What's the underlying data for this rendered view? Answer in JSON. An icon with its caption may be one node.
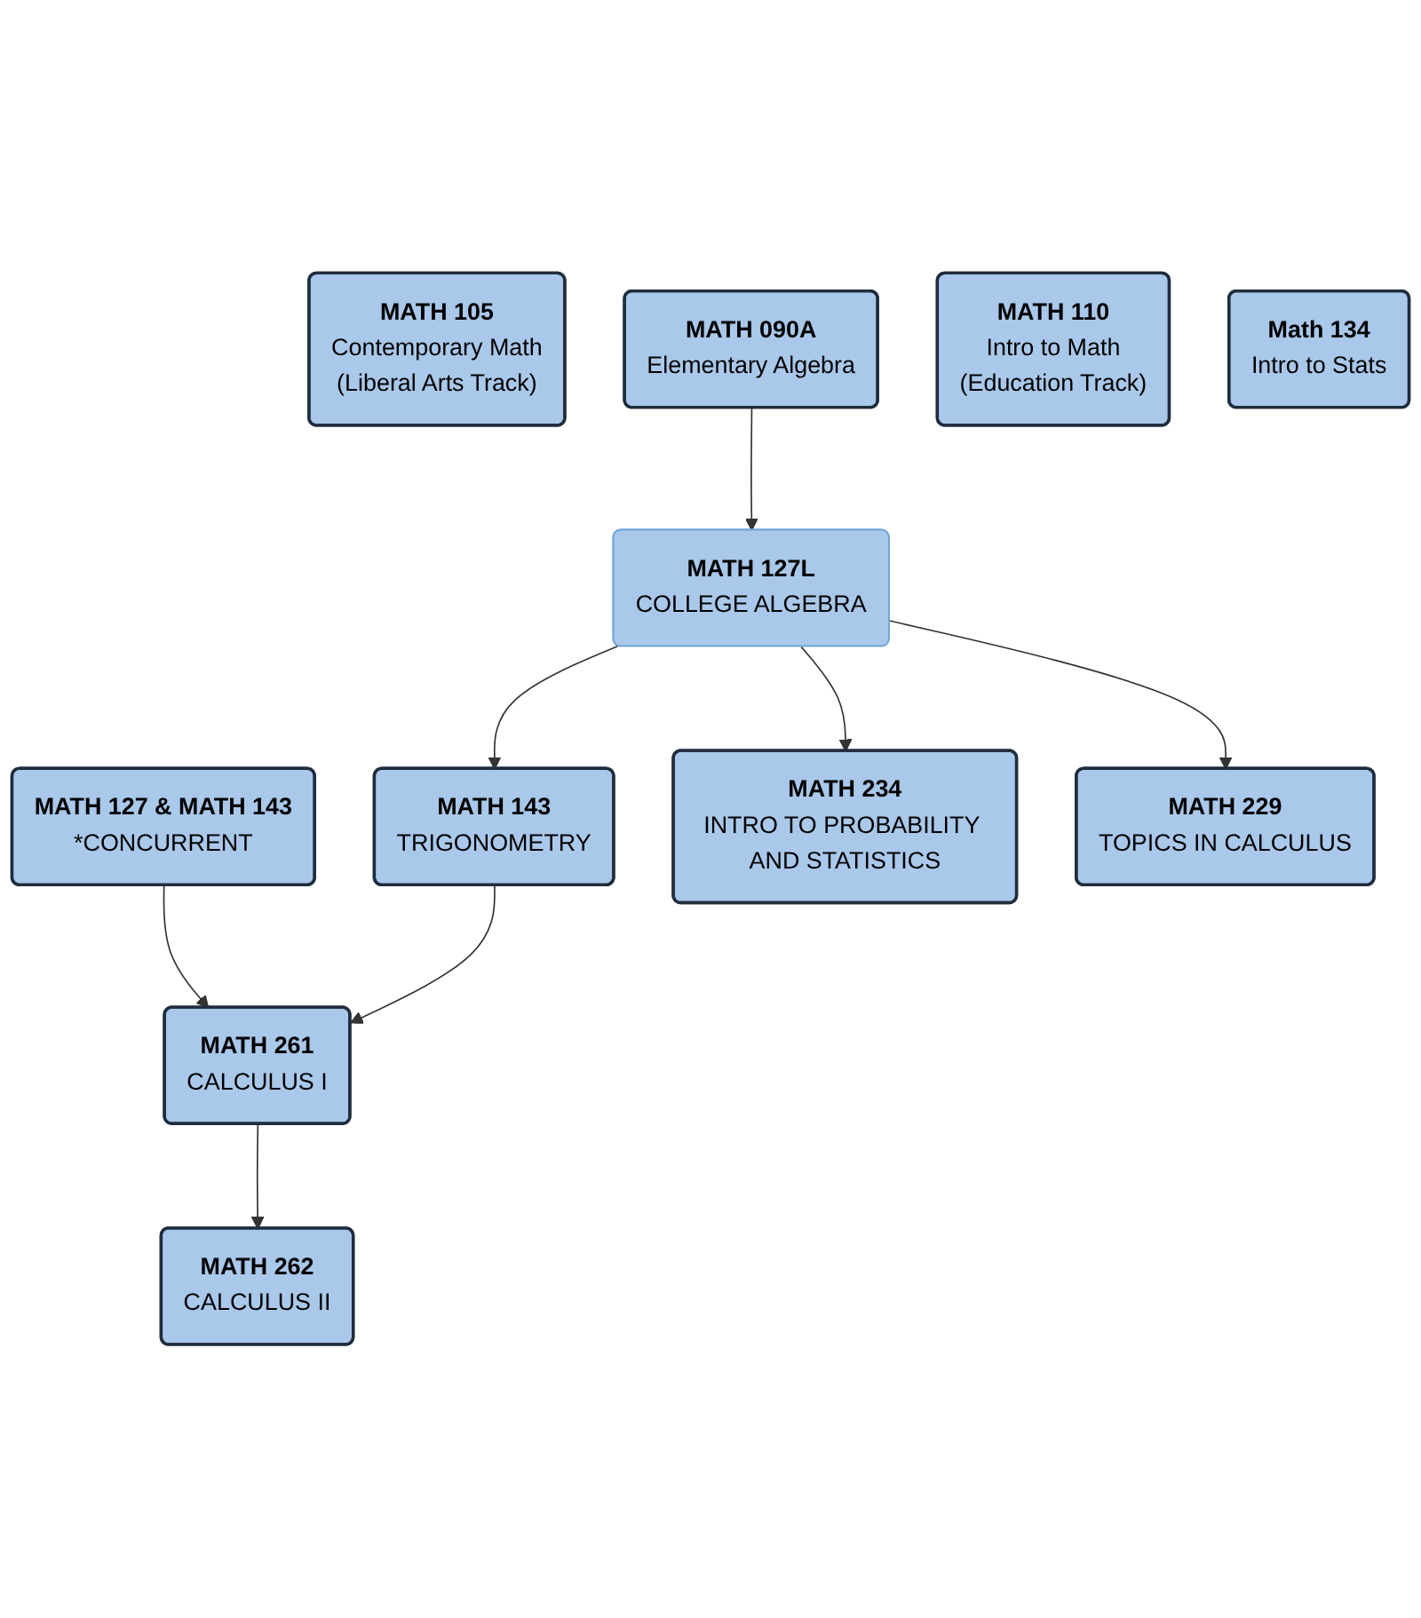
{
  "diagram": {
    "nodes": [
      {
        "text": [
          "MATH 105",
          "Contemporary Math",
          "(Liberal Arts Track)"
        ]
      },
      {
        "text": [
          "MATH 090A",
          "Elementary Algebra"
        ]
      },
      {
        "text": [
          "MATH 110",
          "Intro to Math",
          "(Education Track)"
        ]
      },
      {
        "text": [
          "Math 134",
          "Intro to Stats"
        ]
      },
      {
        "text": [
          "MATH 127 & MATH 143",
          "*CONCURRENT"
        ]
      },
      {
        "text": [
          "MATH 127L",
          "COLLEGE ALGEBRA"
        ]
      },
      {
        "text": [
          "MATH 143",
          "TRIGONOMETRY"
        ]
      },
      {
        "text": [
          "MATH 234",
          "INTRO TO PROBABILITY AND STATISTICS"
        ]
      },
      {
        "text": [
          "MATH 261",
          "CALCULUS I"
        ]
      },
      {
        "text": [
          "MATH 229",
          "TOPICS IN CALCULUS"
        ]
      },
      {
        "text": [
          "MATH 262",
          "CALCULUS II"
        ]
      }
    ],
    "edges": [
      {
        "from": 1,
        "to": 5,
        "arrow": "to"
      },
      {
        "from": 5,
        "to": 6,
        "arrow": "to"
      },
      {
        "from": 5,
        "to": 9,
        "arrow": "to"
      },
      {
        "from": 5,
        "to": 7,
        "arrow": "to"
      },
      {
        "from": 4,
        "to": 8,
        "arrow": "to"
      },
      {
        "from": 6,
        "to": 8,
        "arrow": "to"
      },
      {
        "from": 8,
        "to": 10,
        "arrow": "to"
      }
    ]
  }
}
